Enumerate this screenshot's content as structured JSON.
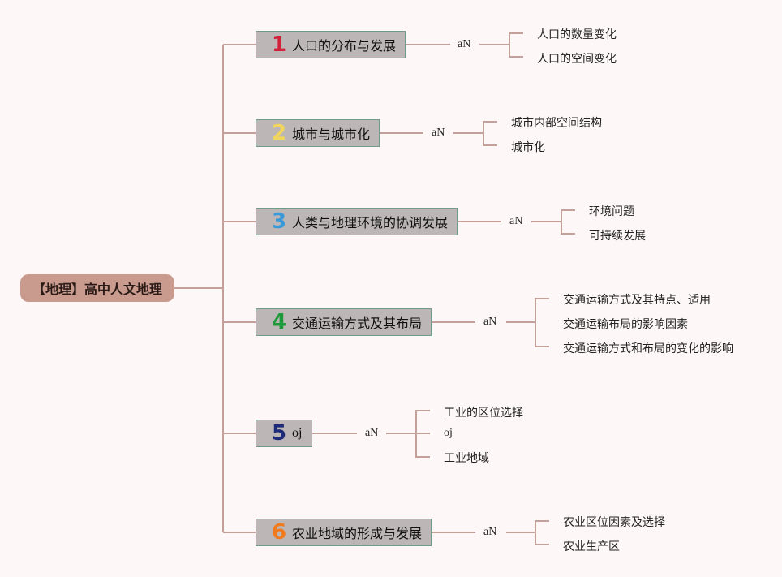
{
  "root": {
    "label": "【地理】高中人文地理"
  },
  "branches": [
    {
      "num": "1",
      "num_color": "#d0203a",
      "label": "人口的分布与发展",
      "mid": "aN",
      "children": [
        "人口的数量变化",
        "人口的空间变化"
      ]
    },
    {
      "num": "2",
      "num_color": "#f0d65a",
      "label": "城市与城市化",
      "mid": "aN",
      "children": [
        "城市内部空间结构",
        "城市化"
      ]
    },
    {
      "num": "3",
      "num_color": "#3a9ad8",
      "label": "人类与地理环境的协调发展",
      "mid": "aN",
      "children": [
        "环境问题",
        "可持续发展"
      ]
    },
    {
      "num": "4",
      "num_color": "#1e9a3a",
      "label": "交通运输方式及其布局",
      "mid": "aN",
      "children": [
        "交通运输方式及其特点、适用",
        "交通运输布局的影响因素",
        "交通运输方式和布局的变化的影响"
      ]
    },
    {
      "num": "5",
      "num_color": "#1c2a78",
      "label": "oj",
      "mid": "aN",
      "children": [
        "工业的区位选择",
        "oj",
        "工业地域"
      ]
    },
    {
      "num": "6",
      "num_color": "#f07a1e",
      "label": "农业地域的形成与发展",
      "mid": "aN",
      "children": [
        "农业区位因素及选择",
        "农业生产区"
      ]
    }
  ],
  "colors": {
    "line": "#c4a09a",
    "background": "#fdf7f7",
    "root_fill": "#c99a8e",
    "topic_fill": "#bdb6b6",
    "topic_border": "#6f9a8e"
  }
}
